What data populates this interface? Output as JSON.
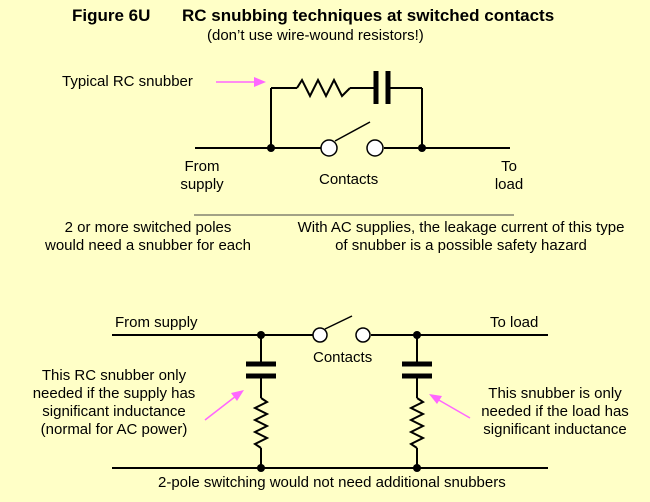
{
  "figure": {
    "number": "Figure 6U",
    "title": "RC snubbing techniques at switched contacts",
    "subtitle": "(don’t use wire-wound resistors!)"
  },
  "top_circuit": {
    "snubber_label": "Typical RC snubber",
    "from_label": [
      "From",
      "supply"
    ],
    "contacts_label": "Contacts",
    "to_label": [
      "To",
      "load"
    ],
    "note_left": [
      "2 or more switched poles",
      "would need a snubber for each"
    ],
    "note_right": [
      "With AC supplies, the leakage current of this type",
      "of snubber is a possible safety hazard"
    ]
  },
  "bottom_circuit": {
    "from_label": "From supply",
    "to_label": "To load",
    "contacts_label": "Contacts",
    "note_left": [
      "This RC snubber only",
      "needed if the supply has",
      "significant inductance",
      "(normal for AC power)"
    ],
    "note_right": [
      "This snubber is only",
      "needed if the load has",
      "significant inductance"
    ],
    "bottom_note": "2-pole switching would not need additional snubbers"
  },
  "colors": {
    "background": "#ffffc7",
    "arrow": "#ff66ff",
    "wire": "#000000"
  }
}
